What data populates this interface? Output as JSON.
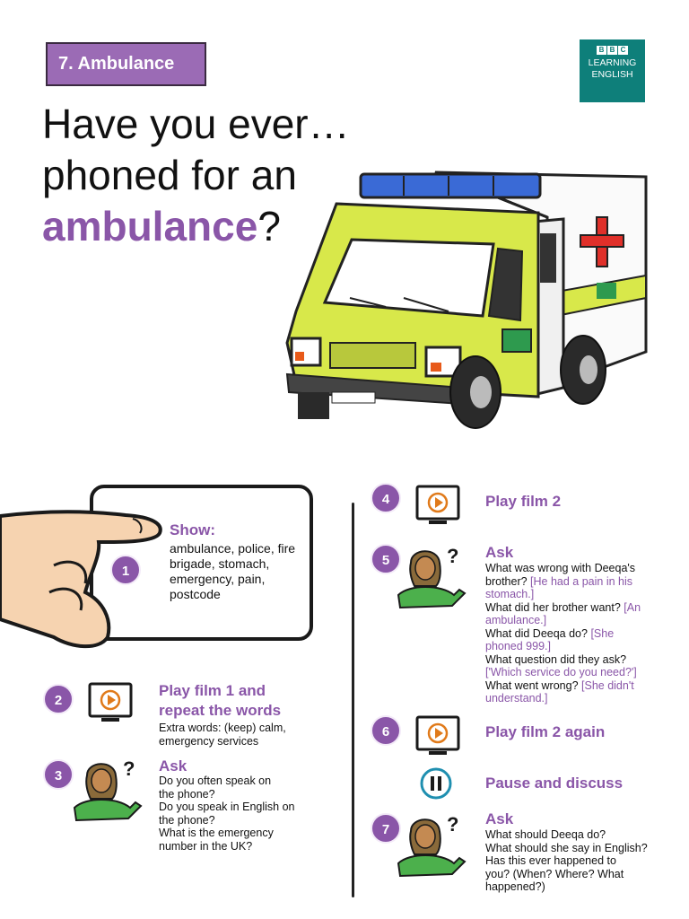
{
  "header": {
    "lesson_tag": "7. Ambulance",
    "logo": {
      "line1": "LEARNING",
      "line2": "ENGLISH",
      "blocks": [
        "B",
        "B",
        "C"
      ]
    },
    "title_line1": "Have you ever…",
    "title_line2": "phoned for an",
    "title_accent": "ambulance",
    "title_end": "?"
  },
  "colors": {
    "accent": "#8a56a8",
    "tag_bg": "#9b6bb5",
    "logo_bg": "#0e7f7a",
    "ambulance_yellow": "#d8e84a",
    "stripe_green": "#2e9a4e"
  },
  "steps": {
    "s1": {
      "number": "1",
      "heading": "Show:",
      "words": "ambulance, police, fire brigade, stomach, emergency, pain, postcode"
    },
    "s2": {
      "number": "2",
      "heading_line1": "Play film 1 and",
      "heading_line2": "repeat the words",
      "line1": "Extra words: (keep) calm,",
      "line2": "emergency services"
    },
    "s3": {
      "number": "3",
      "heading": "Ask",
      "lines": [
        "Do you often speak on",
        "the phone?",
        "Do you speak in English on",
        "the phone?",
        "What is the emergency",
        "number in the UK?"
      ]
    },
    "s4": {
      "number": "4",
      "heading": "Play film 2"
    },
    "s5": {
      "number": "5",
      "heading": "Ask",
      "q1": "What was wrong with Deeqa's",
      "q1b": "brother?",
      "a1": "[He had a pain in his",
      "a1b": "stomach.]",
      "q2": "What did her brother want?",
      "a2": "[An",
      "a2b": "ambulance.]",
      "q3": "What did Deeqa do?",
      "a3": "[She",
      "a3b": "phoned 999.]",
      "q4": "What question did they ask?",
      "a4": "['Which service do you need?']",
      "q5": "What went wrong?",
      "a5": "[She didn't",
      "a5b": "understand.]"
    },
    "s6": {
      "number": "6",
      "heading": "Play film 2 again"
    },
    "pause": {
      "heading": "Pause and discuss"
    },
    "s7": {
      "number": "7",
      "heading": "Ask",
      "lines": [
        "What should Deeqa do?",
        "What should she say in English?",
        "Has this ever happened to",
        "you? (When? Where? What",
        "happened?)"
      ]
    }
  },
  "icons": [
    "tv-play-icon",
    "pause-icon",
    "question-mark-icon",
    "ambulance-illustration",
    "hand-card-illustration"
  ]
}
